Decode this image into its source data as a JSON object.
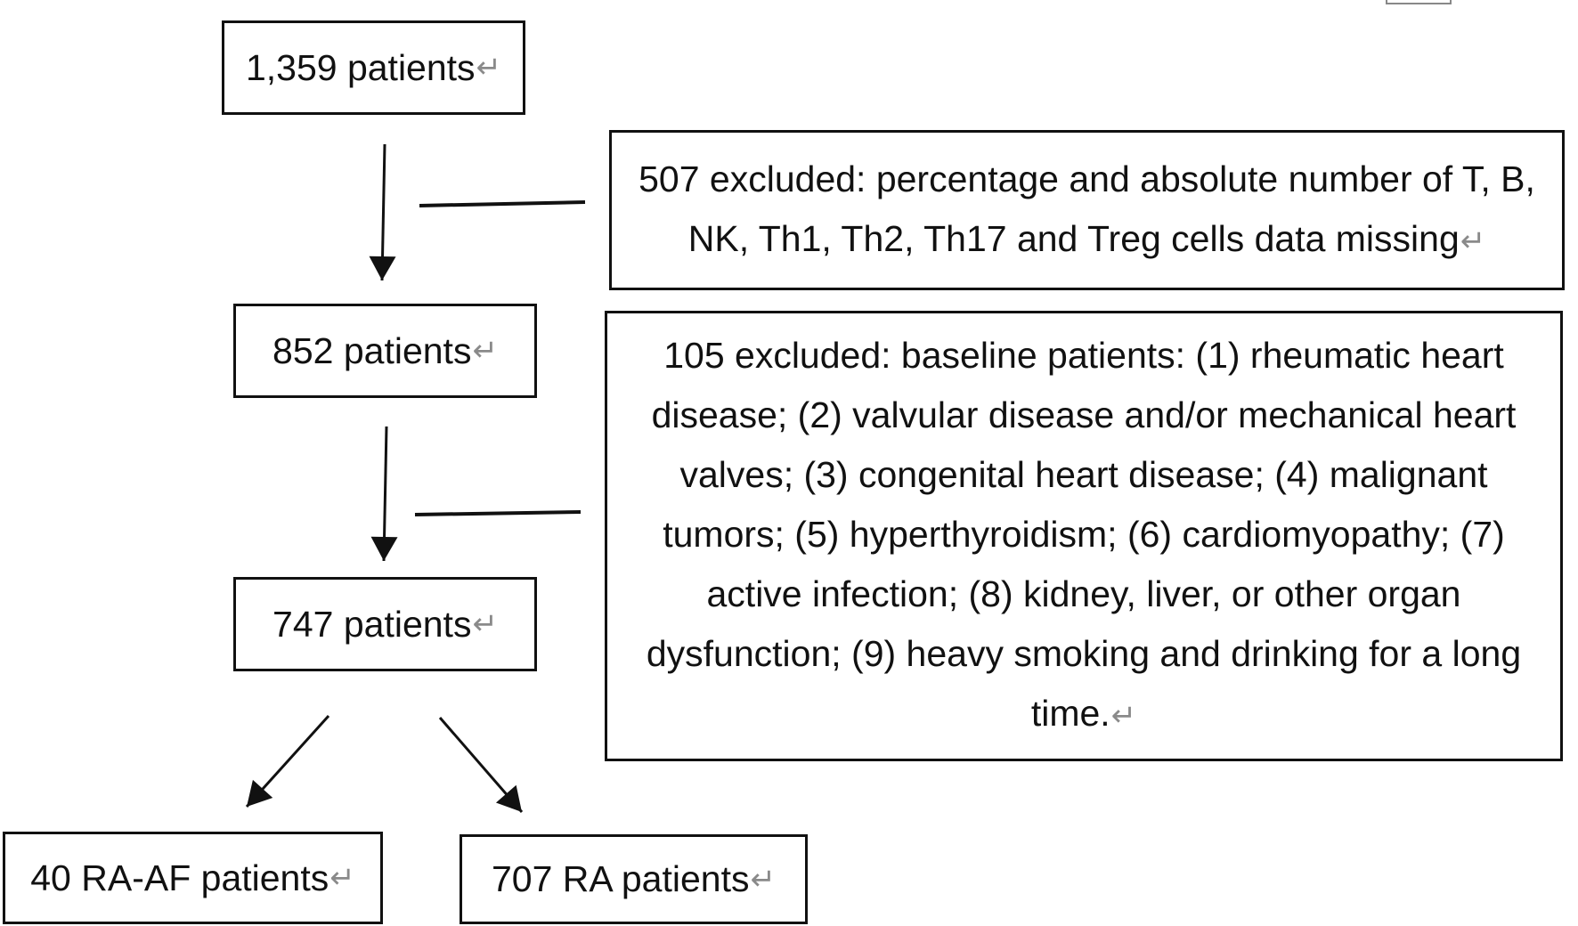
{
  "nodes": {
    "start": {
      "text": "1,359 patients"
    },
    "excl1": {
      "text": "507 excluded: percentage and absolute number of T, B, NK, Th1, Th2, Th17 and Treg cells data missing"
    },
    "after1": {
      "text": "852 patients"
    },
    "excl2": {
      "text": "105 excluded: baseline patients: (1) rheumatic heart disease; (2) valvular disease and/or mechanical heart valves; (3) congenital heart disease; (4) malignant tumors; (5) hyperthyroidism; (6) cardiomyopathy; (7) active infection; (8) kidney, liver, or other organ dysfunction; (9) heavy smoking and drinking for a long time."
    },
    "after2": {
      "text": "747 patients"
    },
    "raaf": {
      "text": "40 RA-AF patients"
    },
    "ra": {
      "text": "707 RA patients"
    }
  },
  "return_mark": "↵"
}
